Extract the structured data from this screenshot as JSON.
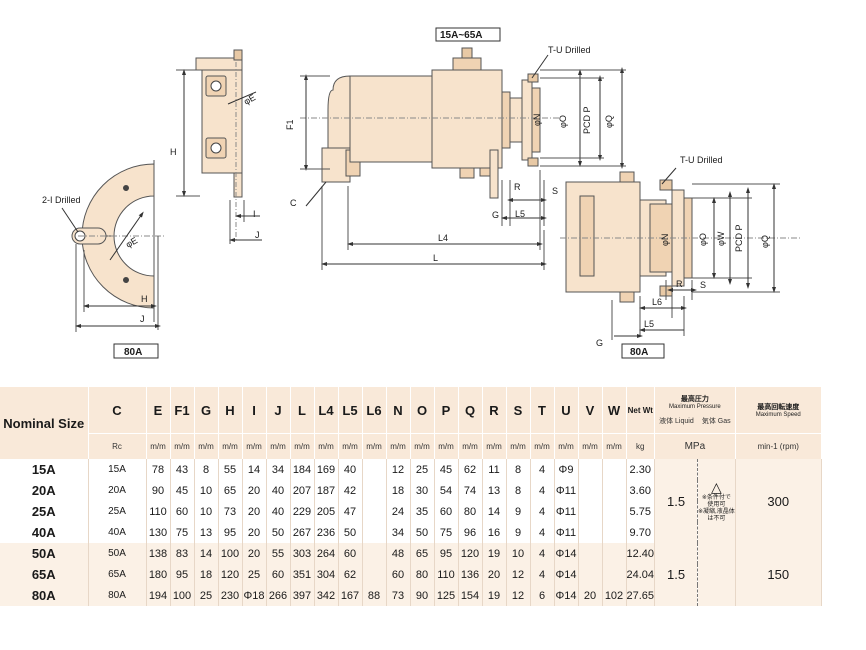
{
  "drawing": {
    "labels": {
      "range_15_65": "15A~65A",
      "range_80_left": "80A",
      "range_80_right": "80A",
      "tu_drilled_top": "T-U Drilled",
      "tu_drilled_right": "T-U Drilled",
      "two_i_drilled": "2-I Drilled",
      "phi_e_top": "φE",
      "phi_e_left": "φE",
      "h_side": "H",
      "h_bottom": "H",
      "f1": "F1",
      "c": "C",
      "i": "I",
      "j_side": "J",
      "j_bottom": "J",
      "l4": "L4",
      "l": "L",
      "r_top": "R",
      "s_top": "S",
      "g_top": "G",
      "l5_top": "L5",
      "phi_n_top": "φN",
      "phi_o_top": "φO",
      "pcd_p_top": "PCD P",
      "phi_q_top": "φQ",
      "phi_n_right": "φN",
      "phi_o_right": "φO",
      "phi_w_right": "φW",
      "pcd_p_right": "PCD P",
      "phi_q_right": "φQ",
      "r_right": "R",
      "s_right": "S",
      "l6": "L6",
      "l5_right": "L5",
      "g_right": "G"
    }
  },
  "table": {
    "header": {
      "nominal": "Nominal Size",
      "cols": [
        "C",
        "E",
        "F1",
        "G",
        "H",
        "I",
        "J",
        "L",
        "L4",
        "L5",
        "L6",
        "N",
        "O",
        "P",
        "Q",
        "R",
        "S",
        "T",
        "U",
        "V",
        "W"
      ],
      "netwt": "Net Wt",
      "max_pressure_jp": "最高圧力",
      "max_pressure_en": "Maximum Pressure",
      "liquid": "液体 Liquid",
      "gas": "気体 Gas",
      "max_speed_jp": "最高回転速度",
      "max_speed_en": "Maximum Speed"
    },
    "units": {
      "c": "Rc",
      "mm": "m/m",
      "kg": "kg",
      "mpa": "MPa",
      "speed": "min-1 (rpm)"
    },
    "rows": [
      {
        "name": "15A",
        "cells": [
          "15A",
          "78",
          "43",
          "8",
          "55",
          "14",
          "34",
          "184",
          "169",
          "40",
          "",
          "12",
          "25",
          "45",
          "62",
          "11",
          "8",
          "4",
          "Φ9",
          "",
          ""
        ],
        "wt": "2.30"
      },
      {
        "name": "20A",
        "cells": [
          "20A",
          "90",
          "45",
          "10",
          "65",
          "20",
          "40",
          "207",
          "187",
          "42",
          "",
          "18",
          "30",
          "54",
          "74",
          "13",
          "8",
          "4",
          "Φ11",
          "",
          ""
        ],
        "wt": "3.60"
      },
      {
        "name": "25A",
        "cells": [
          "25A",
          "110",
          "60",
          "10",
          "73",
          "20",
          "40",
          "229",
          "205",
          "47",
          "",
          "24",
          "35",
          "60",
          "80",
          "14",
          "9",
          "4",
          "Φ11",
          "",
          ""
        ],
        "wt": "5.75"
      },
      {
        "name": "40A",
        "cells": [
          "40A",
          "130",
          "75",
          "13",
          "95",
          "20",
          "50",
          "267",
          "236",
          "50",
          "",
          "34",
          "50",
          "75",
          "96",
          "16",
          "9",
          "4",
          "Φ11",
          "",
          ""
        ],
        "wt": "9.70"
      },
      {
        "name": "50A",
        "cells": [
          "50A",
          "138",
          "83",
          "14",
          "100",
          "20",
          "55",
          "303",
          "264",
          "60",
          "",
          "48",
          "65",
          "95",
          "120",
          "19",
          "10",
          "4",
          "Φ14",
          "",
          ""
        ],
        "wt": "12.40"
      },
      {
        "name": "65A",
        "cells": [
          "65A",
          "180",
          "95",
          "18",
          "120",
          "25",
          "60",
          "351",
          "304",
          "62",
          "",
          "60",
          "80",
          "110",
          "136",
          "20",
          "12",
          "4",
          "Φ14",
          "",
          ""
        ],
        "wt": "24.04"
      },
      {
        "name": "80A",
        "cells": [
          "80A",
          "194",
          "100",
          "25",
          "230",
          "Φ18",
          "266",
          "397",
          "342",
          "167",
          "88",
          "73",
          "90",
          "125",
          "154",
          "19",
          "12",
          "6",
          "Φ14",
          "20",
          "102"
        ],
        "wt": "27.65"
      }
    ],
    "pressure_group1": "1.5",
    "pressure_group2": "1.5",
    "gas_symbol": "△",
    "gas_note": [
      "※条件付で",
      "使用可",
      "※凝縮,液晶体",
      "は不可"
    ],
    "speed_group1": "300",
    "speed_group2": "150"
  }
}
